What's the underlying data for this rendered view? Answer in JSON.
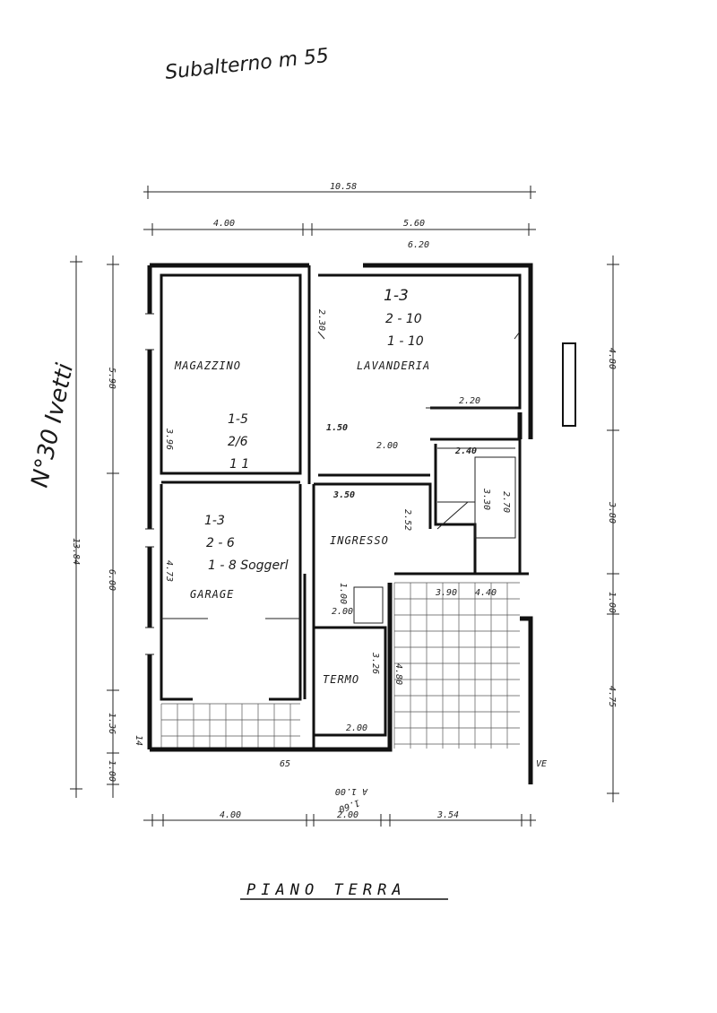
{
  "header": {
    "handwritten_note": "Subalterno m 55"
  },
  "side_note": "N°30 Ivetti",
  "title": "PIANO TERRA",
  "rooms": {
    "magazzino": {
      "label": "MAGAZZINO",
      "note_1": "1-5",
      "note_2": "2/6",
      "note_3": "1 1"
    },
    "lavanderia": {
      "label": "LAVANDERIA",
      "note_1": "1-3",
      "note_2": "2 - 10",
      "note_3": "1 - 10"
    },
    "garage": {
      "label": "GARAGE",
      "note_1": "1-3",
      "note_2": "2 - 6",
      "note_3": "1 - 8 Soggerl"
    },
    "ingresso": {
      "label": "INGRESSO"
    },
    "termo": {
      "label": "TERMO"
    }
  },
  "dimensions": {
    "top_total": "10.58",
    "top_left": "4.00",
    "top_right": "5.60",
    "top_right_alt": "6.20",
    "bottom_left": "4.00",
    "bottom_mid": "2.00",
    "bottom_right": "3.54",
    "left_total": "13.84",
    "left_upper": "5.98",
    "left_garage": "6.00",
    "left_lower": "1.36",
    "left_bottom": "1.00",
    "right_upper": "4.80",
    "right_mid": "3.80",
    "right_small": "1.00",
    "right_lower": "4.75",
    "lav_width": "2.20",
    "corridor": "2.00",
    "stair": "2.40",
    "ingresso_w": "3.50",
    "ingresso_h": "2.52",
    "mag_h": "3.96",
    "lav_small": "1.50",
    "lav_v": "2.30",
    "termo_w": "2.00",
    "termo_h": "3.26",
    "garage_h": "4.73",
    "stair_v": "3.30",
    "stair_v2": "2.70",
    "porch": "3.90",
    "porch2": "4.40",
    "porch3": "4.80",
    "wall_65": "65",
    "wall_14": "14",
    "bath_1": "1.00",
    "bath_2": "2.00",
    "ve": "VE",
    "bottom_note_1": "A 1.00",
    "bottom_note_2": "1.60"
  }
}
